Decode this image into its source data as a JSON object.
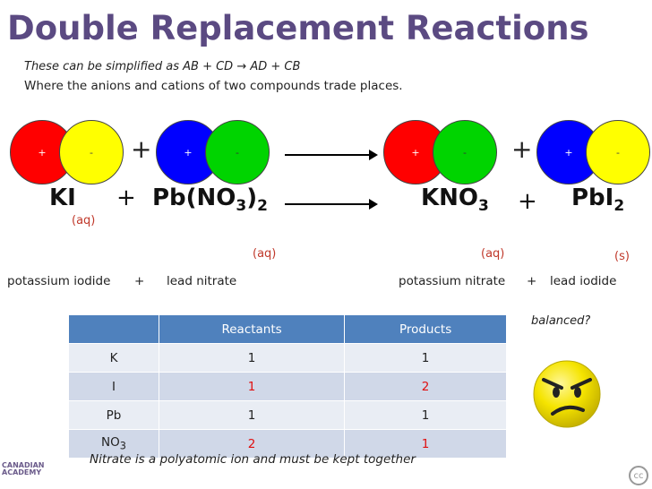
{
  "title": "Double Replacement Reactions",
  "subtitle_line1": "These can be simplified as AB + CD  → AD + CB",
  "subtitle_line2": "Where the anions and cations of two compounds trade places.",
  "model": {
    "plus_sign": "+",
    "minus_sign": "-",
    "operator_plus": "+"
  },
  "equation": {
    "reactant1": "KI",
    "reactant2_main": "Pb(NO",
    "reactant2_sub1": "3",
    "reactant2_close": ")",
    "reactant2_sub2": "2",
    "product1_main": "KNO",
    "product1_sub": "3",
    "product2_main": "PbI",
    "product2_sub": "2",
    "plus": "+",
    "state_r1": "(aq)",
    "state_r2": "(aq)",
    "state_p1": "(aq)",
    "state_p2": "(s)"
  },
  "names": {
    "r1": "potassium iodide",
    "plus1": "+",
    "r2": "lead nitrate",
    "p1": "potassium nitrate",
    "plus2": "+",
    "p2": "lead iodide"
  },
  "table": {
    "headers": [
      "",
      "Reactants",
      "Products"
    ],
    "rows": [
      {
        "element": "K",
        "element_sub": "",
        "reactants": "1",
        "products": "1"
      },
      {
        "element": "I",
        "element_sub": "",
        "reactants": "1",
        "products": "2"
      },
      {
        "element": "Pb",
        "element_sub": "",
        "reactants": "1",
        "products": "1"
      },
      {
        "element": "NO",
        "element_sub": "3",
        "reactants": "2",
        "products": "1"
      }
    ]
  },
  "note": "Nitrate is a polyatomic ion and must be kept together",
  "balanced_label": "balanced?",
  "logo_text": [
    "CANADIAN",
    "ACADEMY"
  ],
  "cc_badge": "cc",
  "colors": {
    "title": "#5b4a82",
    "table_header": "#4f81bd",
    "highlight": "#e01010",
    "state": "#c0392b"
  }
}
